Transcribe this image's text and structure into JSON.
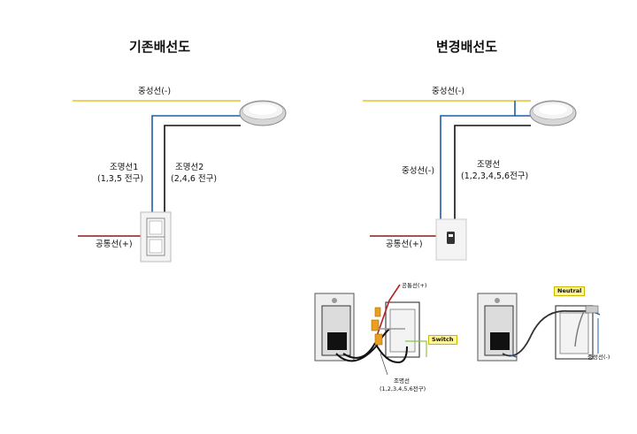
{
  "left": {
    "title": "기존배선도",
    "neutral_label": "중성선(-)",
    "light_wire_1_label": "조명선1",
    "light_wire_1_sub": "(1,3,5 전구)",
    "light_wire_2_label": "조명선2",
    "light_wire_2_sub": "(2,4,6 전구)",
    "common_label": "공통선(+)"
  },
  "right": {
    "title": "변경배선도",
    "neutral_label_top": "중성선(-)",
    "neutral_label_side": "중성선(-)",
    "light_wire_label": "조명선",
    "light_wire_sub": "(1,2,3,4,5,6전구)",
    "common_label": "공통선(+)"
  },
  "photo_left": {
    "common_label": "공통선(+)",
    "switch_tag": "Switch",
    "light_wire_label": "조명선",
    "light_wire_sub": "(1,2,3,4,5,6전구)"
  },
  "photo_right": {
    "neutral_tag": "Neutral",
    "neutral_label": "중성선(-)"
  },
  "colors": {
    "neutral": "#e8c22a",
    "light_1": "#1f5fa8",
    "light_2": "#111111",
    "common": "#8b1a1a"
  }
}
